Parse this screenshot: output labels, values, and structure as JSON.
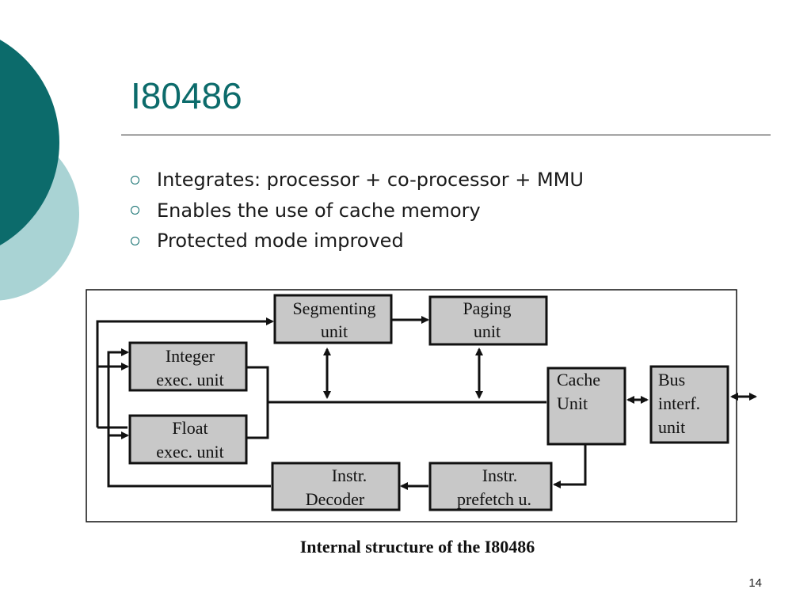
{
  "slide": {
    "title": "I80486",
    "bullets": [
      "Integrates: processor + co-processor + MMU",
      "Enables the use of cache memory",
      "Protected mode improved"
    ],
    "caption": "Internal structure of the I80486",
    "page_number": "14"
  },
  "colors": {
    "accent_dark": "#0c6b6b",
    "accent_light": "#a9d3d4",
    "block_fill": "#c8c8c8"
  },
  "diagram": {
    "blocks": {
      "segmenting": [
        "Segmenting",
        "unit"
      ],
      "paging": [
        "Paging",
        "unit"
      ],
      "integer": [
        "Integer",
        "exec. unit"
      ],
      "float": [
        "Float",
        "exec. unit"
      ],
      "cache": [
        "Cache",
        "Unit"
      ],
      "bus": [
        "Bus",
        "interf.",
        "unit"
      ],
      "decoder": [
        "Instr.",
        "Decoder"
      ],
      "prefetch": [
        "Instr.",
        "prefetch u."
      ]
    }
  }
}
